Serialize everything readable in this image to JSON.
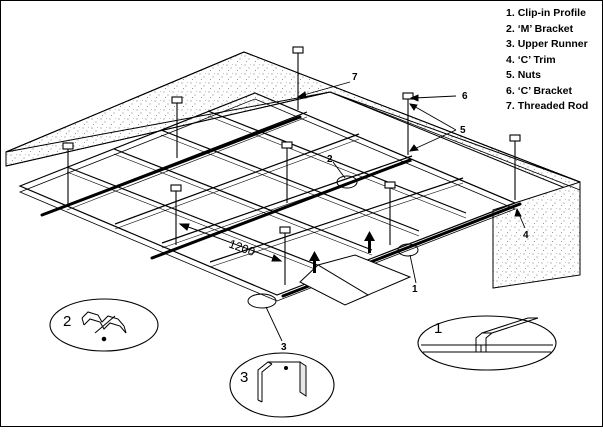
{
  "legend": {
    "items": [
      {
        "num": "1.",
        "label": "Clip-in Profile"
      },
      {
        "num": "2.",
        "label": "‘M’ Bracket"
      },
      {
        "num": "3.",
        "label": "Upper Runner"
      },
      {
        "num": "4.",
        "label": "‘C’ Trim"
      },
      {
        "num": "5.",
        "label": "Nuts"
      },
      {
        "num": "6.",
        "label": "‘C’ Bracket"
      },
      {
        "num": "7.",
        "label": "Threaded Rod"
      }
    ]
  },
  "callouts": {
    "c1": "1",
    "c2": "2",
    "c3": "3",
    "c4": "4",
    "c5": "5",
    "c6": "6",
    "c7": "7"
  },
  "dimension": {
    "label": "1200"
  },
  "details": {
    "detail_2": "2",
    "detail_3": "3",
    "detail_1": "1"
  }
}
